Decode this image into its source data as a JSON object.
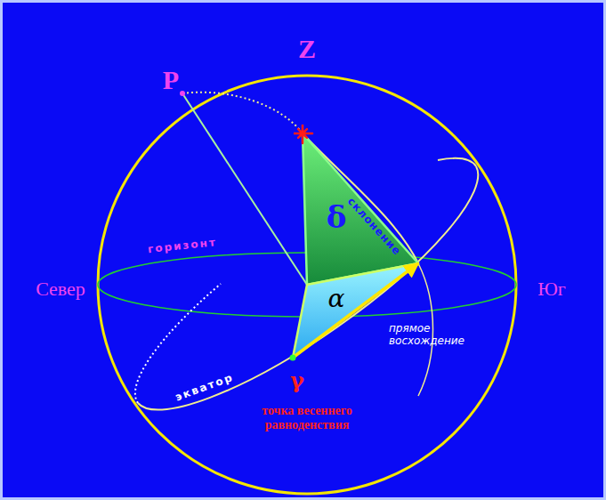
{
  "diagram": {
    "nodes": [
      {
        "text": [
          "δ",
          "склонение"
        ]
      },
      {
        "text": [
          "α"
        ]
      }
    ],
    "labels": [
      "Z",
      "P",
      "горизонт",
      "Север",
      "Юг",
      "прямое восхождение",
      "экватор",
      "γ",
      "точка весеннего равноденствия"
    ]
  }
}
